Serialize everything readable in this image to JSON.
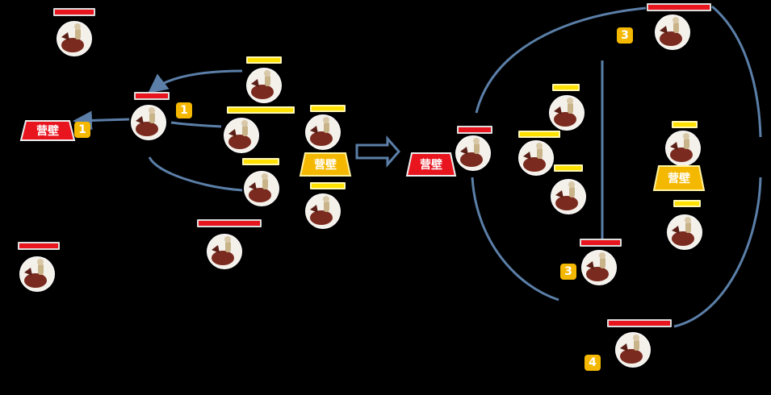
{
  "wall_label": "营壁",
  "badges": [
    "1",
    "1",
    "3",
    "3",
    "4"
  ],
  "colors": {
    "enemy_bar": "#e8141e",
    "ally_bar": "#ffe100",
    "wall_enemy": "#e8141e",
    "wall_ally": "#f5b800",
    "badge": "#f5b800",
    "path_line": "#5b7fa8"
  },
  "icons": {
    "unit": "horseman-portrait-icon",
    "transition": "double-arrow-icon"
  }
}
